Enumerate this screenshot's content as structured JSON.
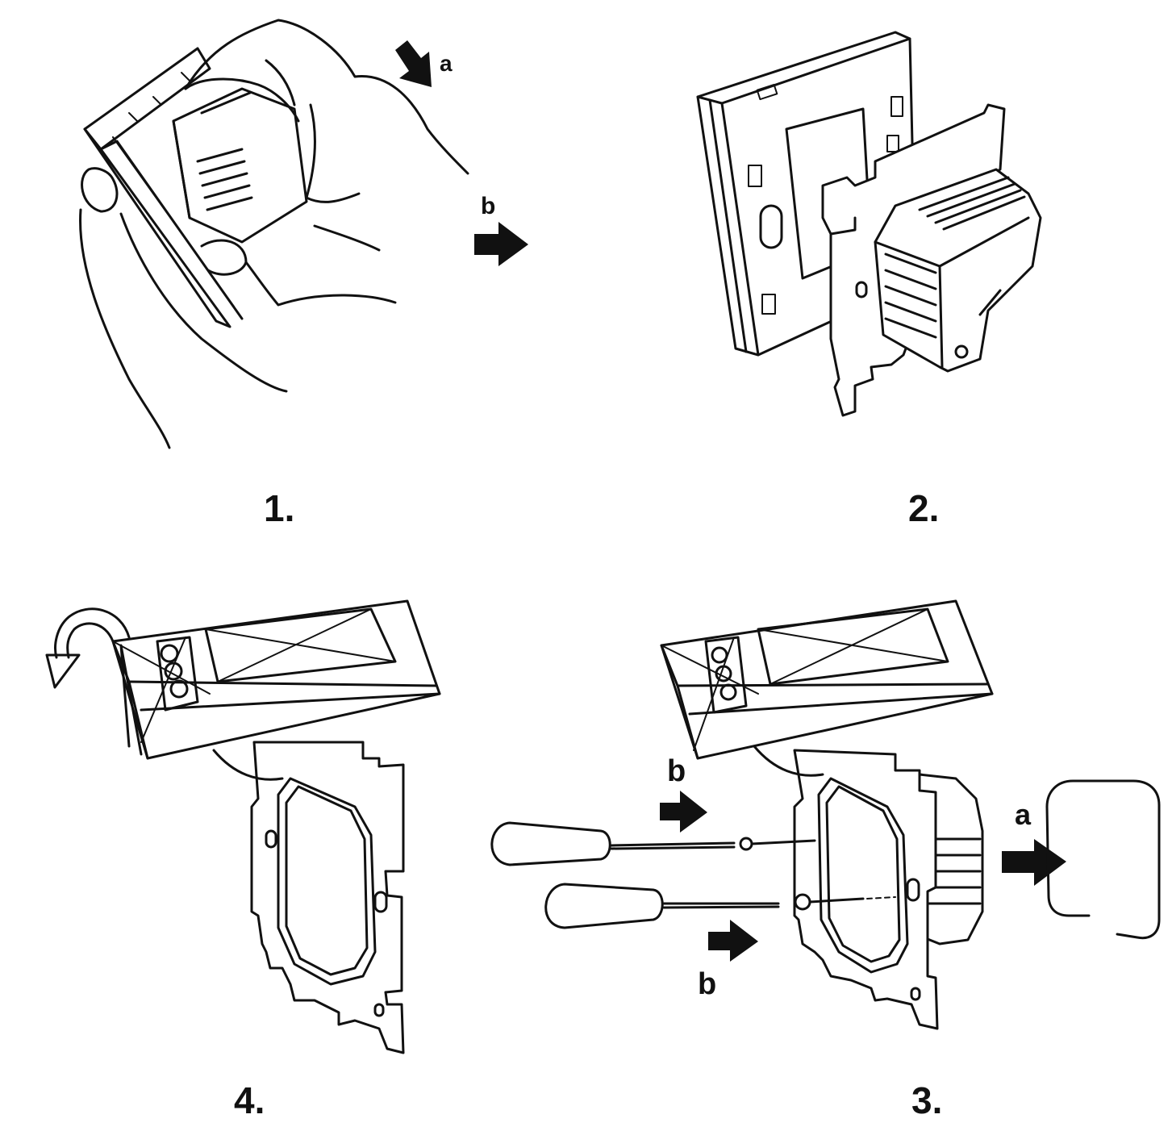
{
  "steps": [
    {
      "id": "step-1",
      "number": "1.",
      "arrows": [
        {
          "label": "a"
        },
        {
          "label": "b"
        }
      ]
    },
    {
      "id": "step-2",
      "number": "2."
    },
    {
      "id": "step-3",
      "number": "3.",
      "arrows": [
        {
          "label": "b"
        },
        {
          "label": "b"
        },
        {
          "label": "a"
        }
      ]
    },
    {
      "id": "step-4",
      "number": "4."
    }
  ],
  "colors": {
    "ink": "#111111",
    "background": "#ffffff"
  },
  "icons": [
    "hand-icon",
    "thermostat-module-icon",
    "mounting-plate-icon",
    "screwdriver-icon",
    "rotate-arrow-icon",
    "cover-plate-icon",
    "arrow-icon"
  ]
}
